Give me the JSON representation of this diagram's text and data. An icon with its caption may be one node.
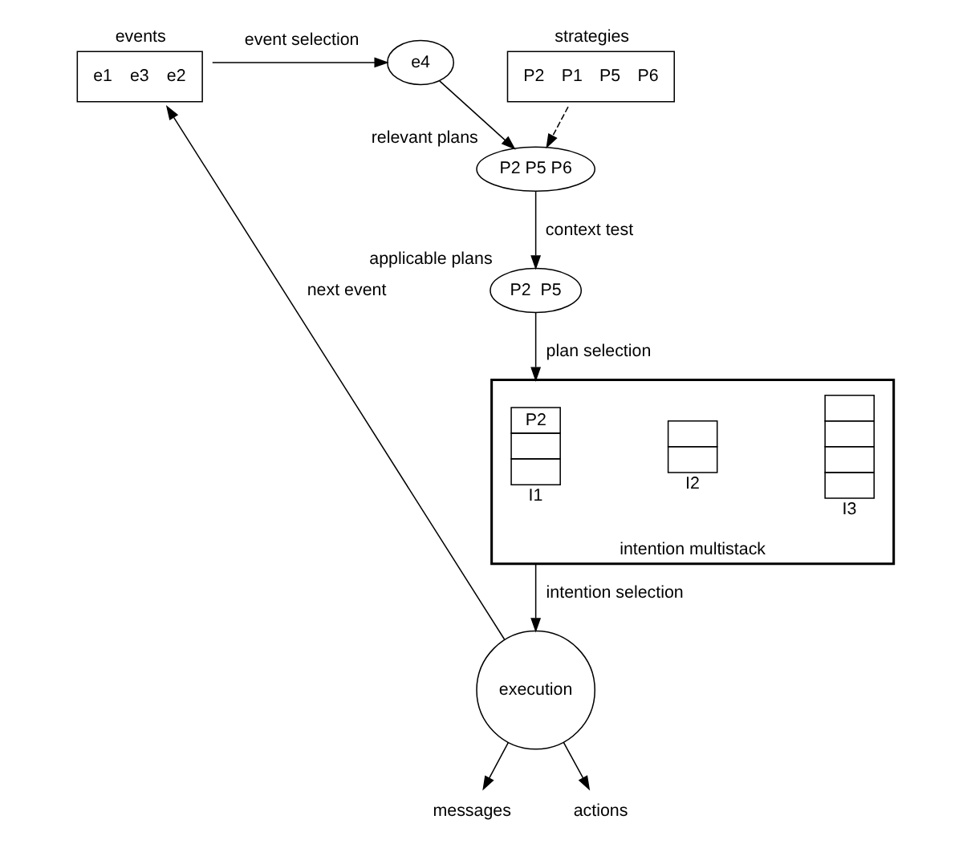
{
  "diagram": {
    "nodes": [
      {
        "text": [
          "events",
          "e1",
          "e3",
          "e2"
        ]
      },
      {
        "text": [
          "e4"
        ]
      },
      {
        "text": [
          "strategies",
          "P2",
          "P1",
          "P5",
          "P6"
        ]
      },
      {
        "text": [
          "P2 P5 P6"
        ],
        "beside": [
          "relevant plans"
        ]
      },
      {
        "text": [
          "P2  P5"
        ],
        "beside": [
          "applicable plans"
        ]
      },
      {
        "text": [
          "intention multistack"
        ]
      },
      {
        "text": [
          "P2"
        ],
        "beside": [
          "I1"
        ],
        "in": 5
      },
      {
        "text": [],
        "shape": "box",
        "beside": [
          "I2"
        ],
        "in": 5
      },
      {
        "text": [],
        "shape": "box",
        "beside": [
          "I3"
        ],
        "in": 5
      },
      {
        "text": [
          "execution"
        ]
      },
      {
        "text": [
          "messages"
        ]
      },
      {
        "text": [
          "actions"
        ]
      }
    ],
    "edges": [
      {
        "from": 0,
        "to": 1,
        "arrow": "to",
        "label": "event selection"
      },
      {
        "from": 1,
        "to": 3,
        "arrow": "to"
      },
      {
        "from": 2,
        "to": 3,
        "arrow": "to",
        "style": "dashed"
      },
      {
        "from": 3,
        "to": 4,
        "arrow": "to",
        "label": "context test"
      },
      {
        "from": 4,
        "to": 5,
        "arrow": "to",
        "label": "plan selection"
      },
      {
        "from": 5,
        "to": 9,
        "arrow": "to",
        "label": "intention selection"
      },
      {
        "from": 9,
        "to": 0,
        "arrow": "to",
        "label": "next event"
      },
      {
        "from": 9,
        "to": 10,
        "arrow": "to"
      },
      {
        "from": 9,
        "to": 11,
        "arrow": "to"
      }
    ]
  }
}
